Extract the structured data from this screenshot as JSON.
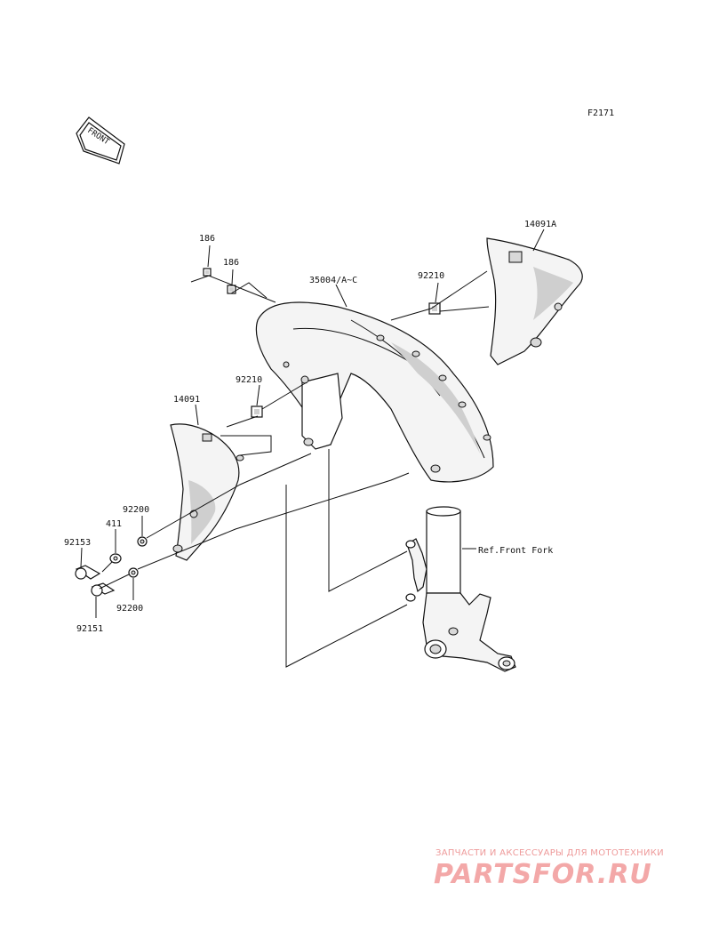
{
  "diagram": {
    "code": "F2171",
    "front_badge": "FRONT",
    "labels": {
      "bolt_186_a": "186",
      "bolt_186_b": "186",
      "fender": "35004/A~C",
      "nut_92210_right": "92210",
      "cover_right": "14091A",
      "nut_92210_left": "92210",
      "cover_left": "14091",
      "washer_92200_upper": "92200",
      "washer_411": "411",
      "bolt_92153": "92153",
      "washer_92200_lower": "92200",
      "bolt_92151": "92151",
      "fork_ref": "Ref.Front Fork"
    }
  },
  "watermark": {
    "tagline": "ЗАПЧАСТИ И АКСЕССУАРЫ ДЛЯ МОТОТЕХНИКИ",
    "brand": "PARTSFOR.RU",
    "color": "#f3a8a8"
  }
}
